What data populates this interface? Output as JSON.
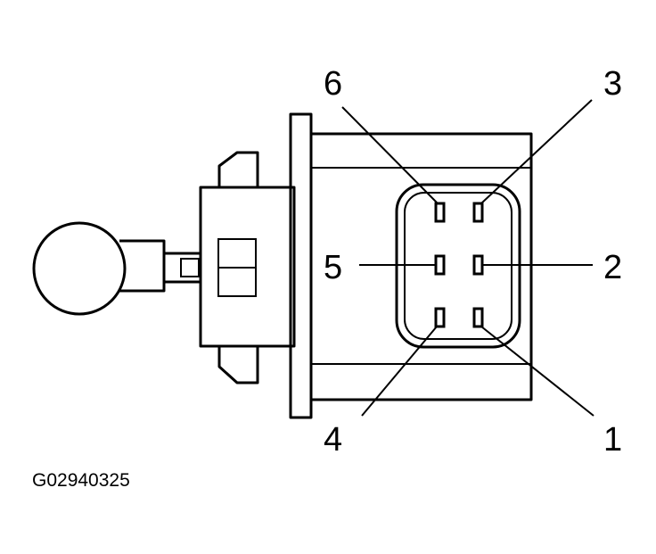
{
  "pins": [
    {
      "label": "6"
    },
    {
      "label": "3"
    },
    {
      "label": "5"
    },
    {
      "label": "2"
    },
    {
      "label": "4"
    },
    {
      "label": "1"
    }
  ],
  "figure_id": "G02940325"
}
